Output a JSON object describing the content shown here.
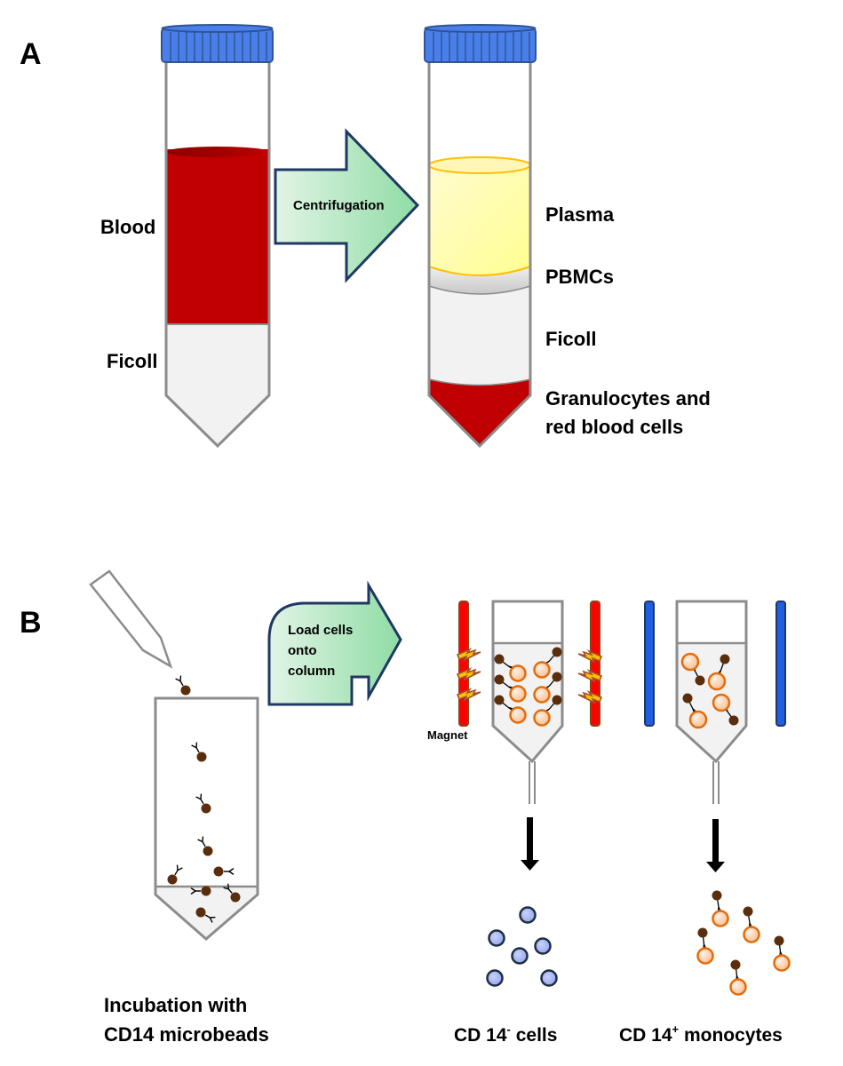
{
  "colors": {
    "cap": "#4a7fea",
    "cap_stroke": "#2f5597",
    "blood": "#c00000",
    "plasma": "#ffff9a",
    "plasma_stroke": "#ffc000",
    "ficoll": "#f2f2f2",
    "tube_stroke": "#8c8c8c",
    "arrow_fill_start": "#e2f4e6",
    "arrow_fill_end": "#8fdca4",
    "arrow_stroke": "#1f3864",
    "bead": "#5a2d0c",
    "monocyte_fill": "#fcd5b5",
    "monocyte_stroke": "#e46c0a",
    "negative_cell_fill": "#a4b4f4",
    "negative_cell_stroke": "#1f2f3f",
    "magnet_on": "#ff0000",
    "magnet_on_stroke": "#8b4513",
    "magnet_off": "#1f5fe0",
    "magnet_off_stroke": "#1f3864"
  },
  "panel_a": {
    "label": "A",
    "tube_before": {
      "layers": [
        "Blood",
        "Ficoll"
      ]
    },
    "arrow_label": "Centrifugation",
    "tube_after": {
      "layers": [
        "Plasma",
        "PBMCs",
        "Ficoll"
      ],
      "bottom_line1": "Granulocytes and",
      "bottom_line2": "red blood cells"
    }
  },
  "panel_b": {
    "label": "B",
    "incubation_line1": "Incubation with",
    "incubation_line2": "CD14 microbeads",
    "arrow_line1": "Load cells",
    "arrow_line2": "onto",
    "arrow_line3": "column",
    "magnet_label": "Magnet",
    "negative_label": "CD 14",
    "negative_sup": "-",
    "negative_suffix": " cells",
    "positive_label": "CD 14",
    "positive_sup": "+",
    "positive_suffix": " monocytes"
  }
}
